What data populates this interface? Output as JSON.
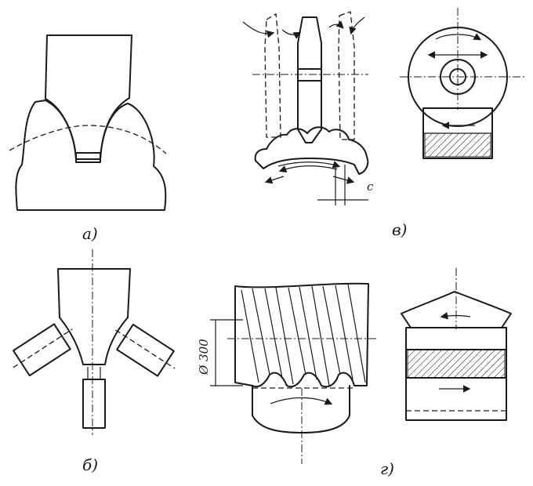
{
  "labels": {
    "a": "a)",
    "b": "б)",
    "v": "в)",
    "g": "г)",
    "c_dim": "c",
    "diameter": "Ø 300"
  },
  "colors": {
    "ink": "#1a1a1a",
    "paper": "#ffffff"
  }
}
